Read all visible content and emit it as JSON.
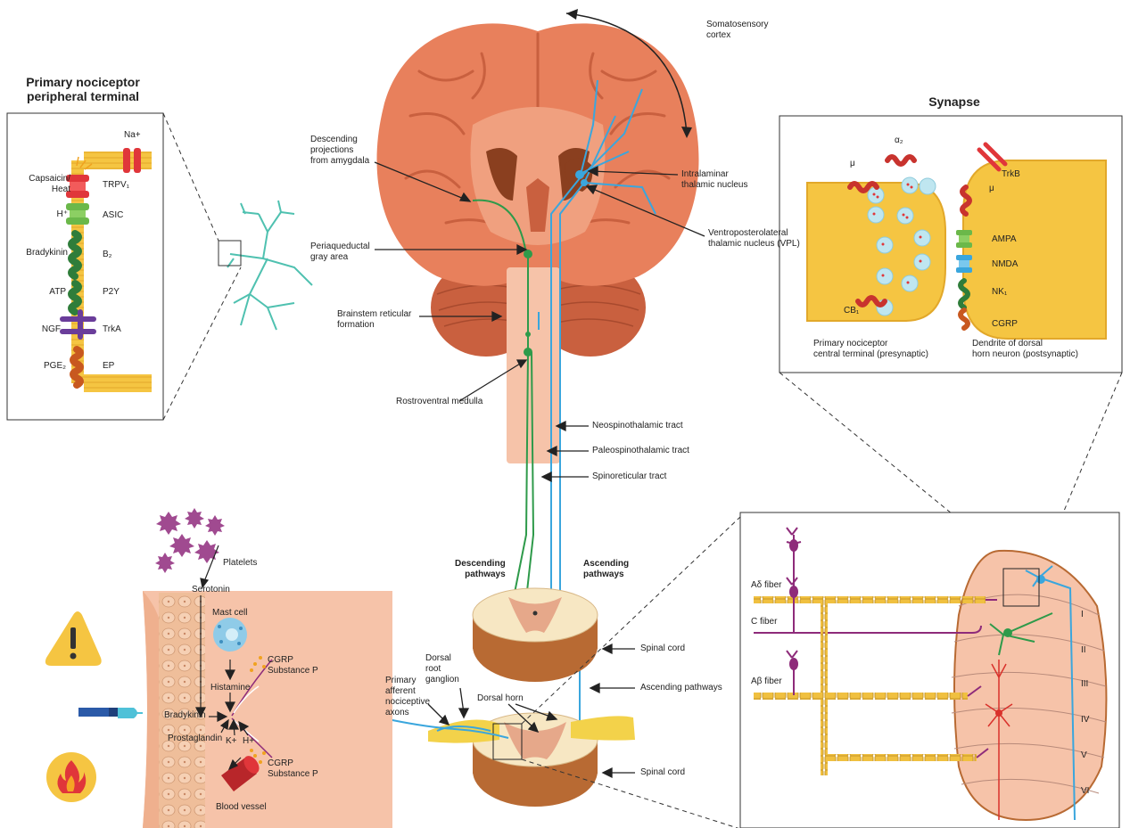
{
  "colors": {
    "brain": "#e8805c",
    "brain_dark": "#c9603f",
    "ascending": "#3aa6dd",
    "descending": "#2e9a4a",
    "membrane": "#f5c542",
    "cord_cream": "#f7e7c3",
    "cord_brown": "#b86a33",
    "skin": "#f6c3a9",
    "fiber_purple": "#8e2b7a",
    "red_neuron": "#d9312b"
  },
  "peripheral_terminal": {
    "title": "Primary nociceptor\nperipheral terminal",
    "left_labels": [
      "Capsaicin/\nHeat",
      "H⁺",
      "Bradykinin",
      "ATP",
      "NGF",
      "PGE₂"
    ],
    "right_labels": [
      "Na+",
      "TRPV₁",
      "ASIC",
      "B₂",
      "P2Y",
      "TrkA",
      "EP"
    ]
  },
  "brain": {
    "somatosensory": "Somatosensory\ncortex",
    "descending_projections": "Descending\nprojections\nfrom amygdala",
    "intralaminar": "Intralaminar\nthalamic nucleus",
    "vpl": "Ventroposterolateral\nthalamic nucleus (VPL)",
    "periaqueductal": "Periaqueductal\ngray area",
    "brainstem": "Brainstem reticular\nformation",
    "rostroventral": "Rostroventral medulla"
  },
  "tracts": {
    "neo": "Neospinothalamic tract",
    "paleo": "Paleospinothalamic tract",
    "spinoreticular": "Spinoreticular tract"
  },
  "synapse": {
    "title": "Synapse",
    "pre_labels": [
      "μ",
      "α₂",
      "CB₁"
    ],
    "post_labels": [
      "TrkB",
      "μ",
      "AMPA",
      "NMDA",
      "NK₁",
      "CGRP"
    ],
    "pre_caption": "Primary nociceptor\ncentral terminal (presynaptic)",
    "post_caption": "Dendrite of dorsal\nhorn neuron (postsynaptic)"
  },
  "spinal": {
    "descending": "Descending\npathways",
    "ascending": "Ascending\npathways",
    "spinal_cord_1": "Spinal cord",
    "ascending_pathways": "Ascending pathways",
    "spinal_cord_2": "Spinal cord",
    "drg": "Dorsal\nroot\nganglion",
    "primary_afferent": "Primary\nafferent\nnociceptive\naxons",
    "dorsal_horn": "Dorsal horn"
  },
  "skin": {
    "platelets": "Platelets",
    "serotonin": "Serotonin",
    "mast_cell": "Mast cell",
    "cgrp_sp_1": "CGRP\nSubstance P",
    "histamine": "Histamine",
    "bradykinin": "Bradykinin",
    "prostaglandin": "Prostaglandin",
    "k_plus": "K+",
    "h_plus": "H+",
    "cgrp_sp_2": "CGRP\nSubstance P",
    "blood_vessel": "Blood vessel"
  },
  "laminae": {
    "fibers": [
      "Aδ fiber",
      "C fiber",
      "Aβ fiber"
    ],
    "numerals": [
      "I",
      "II",
      "III",
      "IV",
      "V",
      "VI"
    ]
  }
}
